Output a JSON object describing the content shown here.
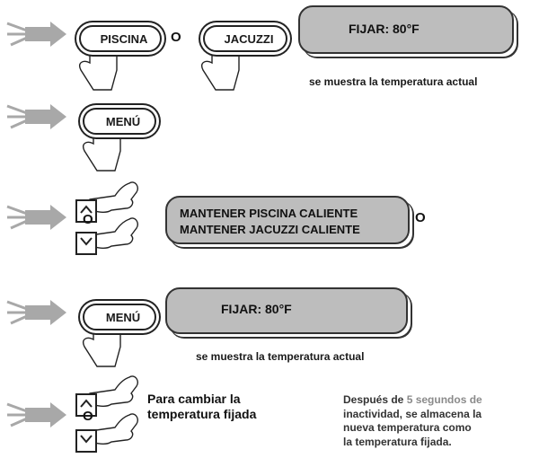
{
  "step1": {
    "button_pool": "PISCINA",
    "or_text": "O",
    "button_spa": "JACUZZI",
    "display_text": "FIJAR: 80°F",
    "caption": "se muestra la temperatura actual"
  },
  "step2": {
    "button_menu": "MENÚ"
  },
  "step3": {
    "or_text": "O",
    "display_line1": "MANTENER PISCINA CALIENTE",
    "display_line2": "MANTENER JACUZZI CALIENTE",
    "or_text_after": "O"
  },
  "step4": {
    "button_menu": "MENÚ",
    "display_text": "FIJAR: 80°F",
    "caption": "se muestra la temperatura actual"
  },
  "step5": {
    "or_text": "O",
    "instruction_line1": "Para cambiar la",
    "instruction_line2": "temperatura fijada",
    "note_lead": "Después de",
    "note_highlight": "5 segundos de",
    "note_line2": "inactividad, se almacena la",
    "note_line3": "nueva temperatura como",
    "note_line4": "la temperatura fijada."
  },
  "colors": {
    "arrow": "#a8a8a8",
    "display_bg": "#bdbdbd",
    "highlight": "#8a8a8a"
  }
}
